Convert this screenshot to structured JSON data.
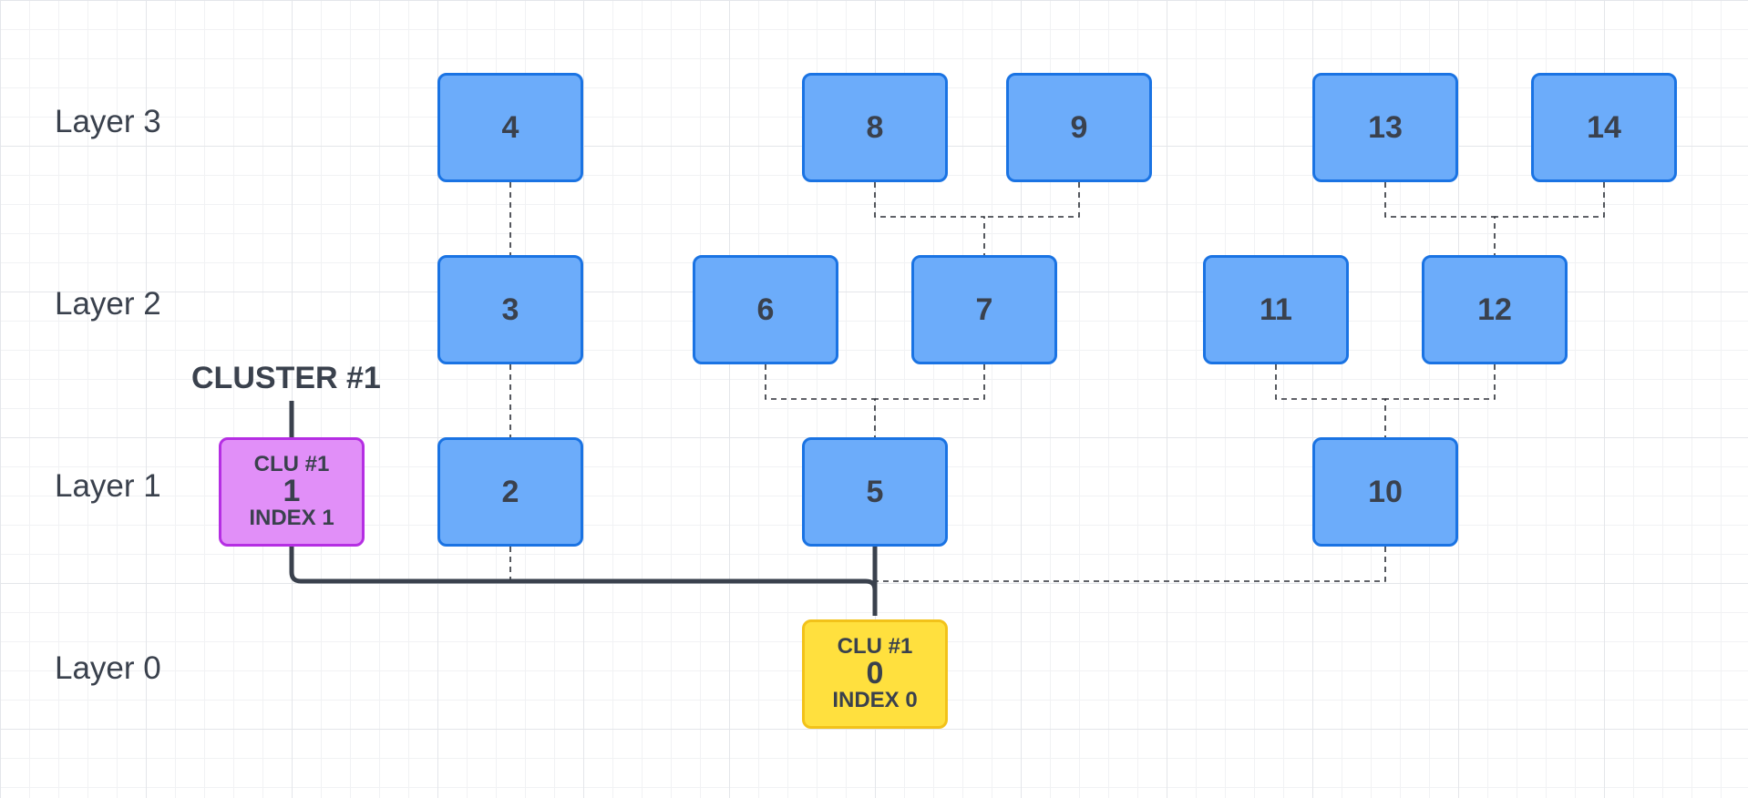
{
  "layers": [
    "Layer 3",
    "Layer 2",
    "Layer 1",
    "Layer 0"
  ],
  "cluster_title": "CLUSTER #1",
  "nodes": {
    "n2": "2",
    "n3": "3",
    "n4": "4",
    "n5": "5",
    "n6": "6",
    "n7": "7",
    "n8": "8",
    "n9": "9",
    "n10": "10",
    "n11": "11",
    "n12": "12",
    "n13": "13",
    "n14": "14"
  },
  "cluster_node": {
    "cluster": "CLU #1",
    "number": "1",
    "index": "INDEX 1"
  },
  "root_node": {
    "cluster": "CLU #1",
    "number": "0",
    "index": "INDEX 0"
  },
  "colors": {
    "node_fill": "#6cacfa",
    "node_border": "#1a73e3",
    "cluster_fill": "#e18ff8",
    "cluster_border": "#b52ee3",
    "root_fill": "#ffe03e",
    "root_border": "#f2c21a",
    "text": "#3a414d"
  }
}
